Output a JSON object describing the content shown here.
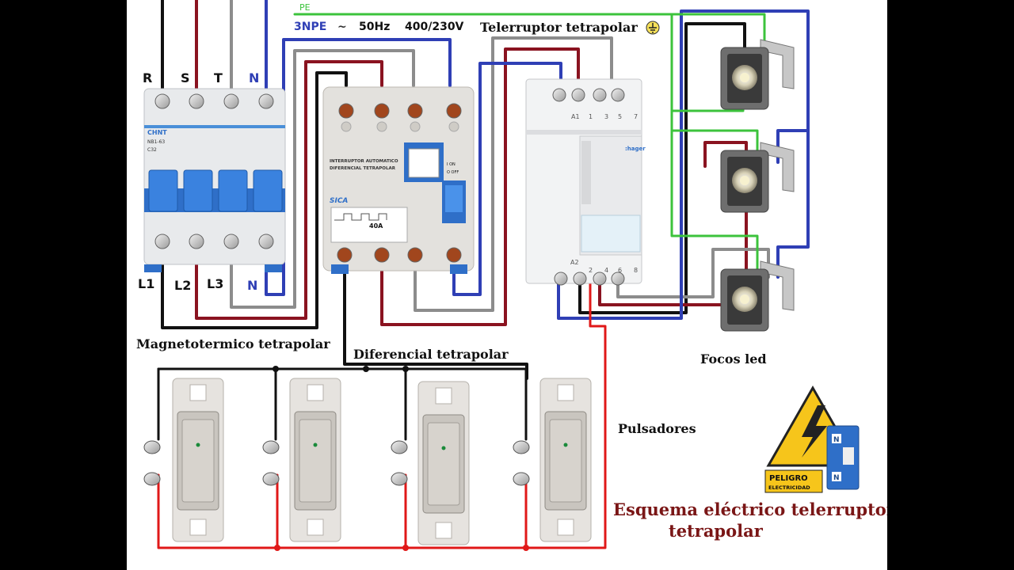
{
  "supply": {
    "phases": [
      "R",
      "S",
      "T",
      "N"
    ],
    "spec_prefix": "3NPE",
    "spec_symbol": "~",
    "spec_frequency": "50Hz",
    "spec_voltage": "400/230V",
    "pe_label": "PE"
  },
  "breaker": {
    "caption": "Magnetotermico tetrapolar",
    "brand": "CHNT",
    "model": "NB1-63",
    "rating": "C32",
    "outputs": [
      "L1",
      "L2",
      "L3",
      "N"
    ]
  },
  "rcd": {
    "caption": "Diferencial tetrapolar",
    "line1": "INTERRUPTOR AUTOMATICO",
    "line2": "DIFERENCIAL TETRAPOLAR",
    "brand": "SICA",
    "current": "40A",
    "on_label": "I ON",
    "off_label": "O OFF"
  },
  "relay": {
    "caption": "Telerruptor tetrapolar",
    "brand": ":hager",
    "top_terminals": [
      "A1",
      "1",
      "3",
      "5",
      "7"
    ],
    "bottom_terminals": [
      "A2",
      "2",
      "4",
      "6",
      "8"
    ]
  },
  "lights": {
    "caption": "Focos led",
    "count": 3
  },
  "pushbuttons": {
    "caption": "Pulsadores",
    "count": 4
  },
  "warning": {
    "line1": "PELIGRO",
    "line2": "ELECTRICIDAD",
    "badge": "N"
  },
  "diagram_title": {
    "line1": "Esquema eléctrico telerruptor",
    "line2": "tetrapolar"
  },
  "colors": {
    "phase_r": "#111111",
    "phase_s": "#8a1320",
    "phase_t": "#8c8c8c",
    "neutral": "#2f3fb5",
    "earth": "#3cc33c",
    "control": "#e01818"
  }
}
